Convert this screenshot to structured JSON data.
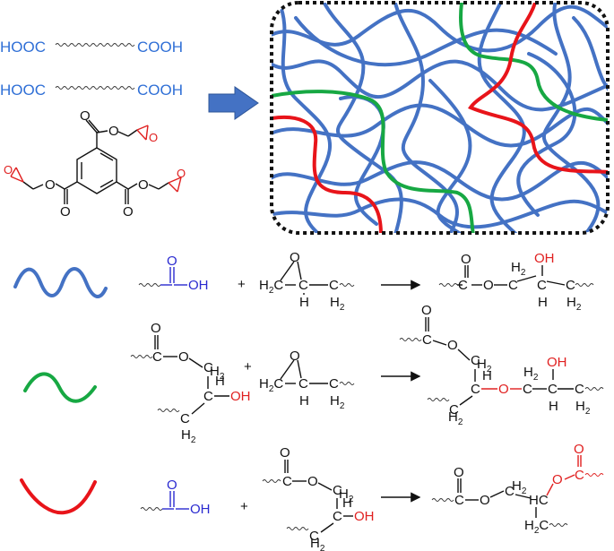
{
  "monomers": {
    "diacid_left": "HOOC",
    "diacid_right": "COOH",
    "colors": {
      "diacid": "#2f6fd6",
      "epoxy": "#e02020",
      "arrow": "#4472c4"
    }
  },
  "network": {
    "colors": {
      "blue": "#4472c4",
      "green": "#17a843",
      "red": "#e8141a",
      "border": "#111111"
    }
  },
  "reactions": {
    "oh": "OH",
    "o": "O",
    "h": "H",
    "h2": "H2",
    "h2c": "H2C",
    "plus": "+"
  }
}
